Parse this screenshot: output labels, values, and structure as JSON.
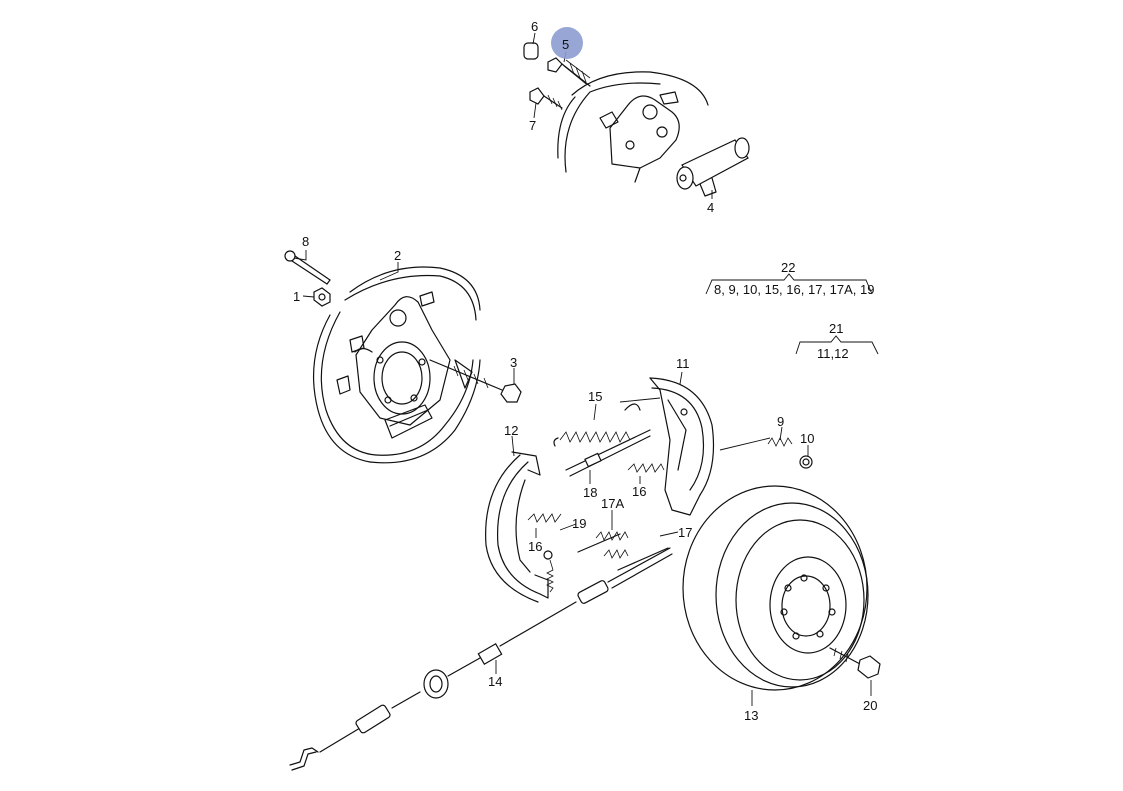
{
  "diagram": {
    "callouts": {
      "c1": "1",
      "c2": "2",
      "c3": "3",
      "c4": "4",
      "c5": "5",
      "c6": "6",
      "c7": "7",
      "c8": "8",
      "c9": "9",
      "c10": "10",
      "c11": "11",
      "c12": "12",
      "c13": "13",
      "c14": "14",
      "c15": "15",
      "c16a": "16",
      "c16b": "16",
      "c17": "17",
      "c17a": "17A",
      "c18": "18",
      "c19": "19",
      "c20": "20",
      "c21": "21",
      "c22": "22"
    },
    "groups": {
      "g22_list": "8, 9, 10, 15, 16, 17, 17A, 19",
      "g21_list": "11,12"
    },
    "highlight": {
      "callout": "5",
      "color": "#8d9cd0"
    }
  }
}
